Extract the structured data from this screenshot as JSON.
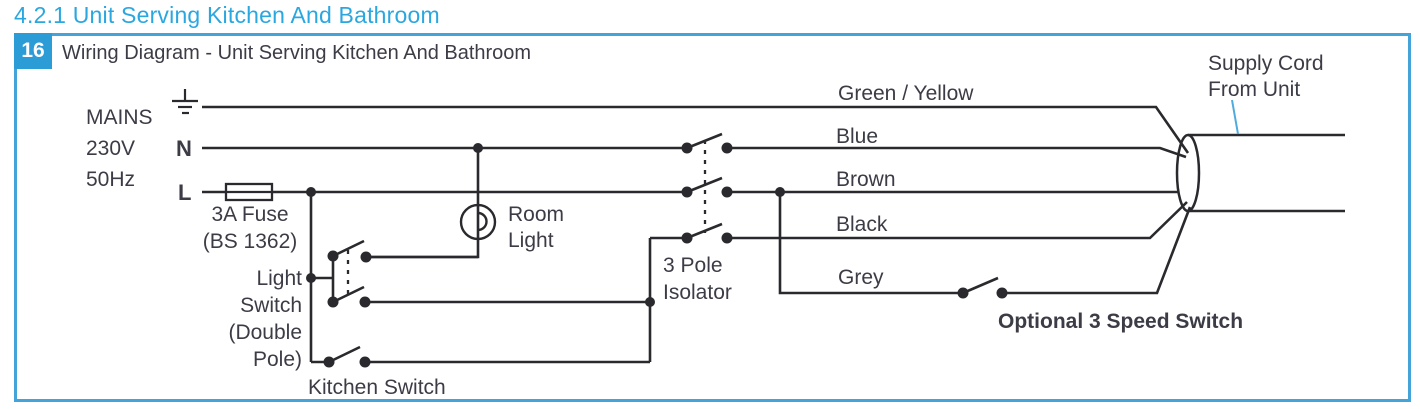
{
  "section_title": "4.2.1 Unit Serving Kitchen And Bathroom",
  "figure_badge": "16",
  "figure_title": "Wiring Diagram - Unit Serving Kitchen And Bathroom",
  "labels": {
    "mains": [
      "MAINS",
      "230V",
      "50Hz"
    ],
    "neutral_terminal": "N",
    "live_terminal": "L",
    "fuse": [
      "3A Fuse",
      "(BS 1362)"
    ],
    "light_switch": [
      "Light",
      "Switch",
      "(Double",
      "Pole)"
    ],
    "kitchen_switch": "Kitchen Switch",
    "room_light": [
      "Room",
      "Light"
    ],
    "isolator": [
      "3 Pole",
      "Isolator"
    ],
    "speed_switch": "Optional 3 Speed Switch",
    "supply_cord": [
      "Supply Cord",
      "From Unit"
    ]
  },
  "wire_labels": {
    "earth": "Green / Yellow",
    "neutral": "Blue",
    "live": "Brown",
    "switched_live": "Black",
    "speed": "Grey"
  },
  "icons": {
    "earth": "earth-ground-icon",
    "room_light": "lamp-bulb-icon",
    "fuse": "fuse-box-icon",
    "cable": "cable-gland-ellipse-icon"
  },
  "colors": {
    "heading_blue": "#2ba7e0",
    "border_blue": "#44a4da",
    "badge_blue": "#2c9cd7",
    "leader_blue": "#4fabde",
    "wire_black": "#2a2a2e",
    "text_dark": "#3c3c46"
  }
}
